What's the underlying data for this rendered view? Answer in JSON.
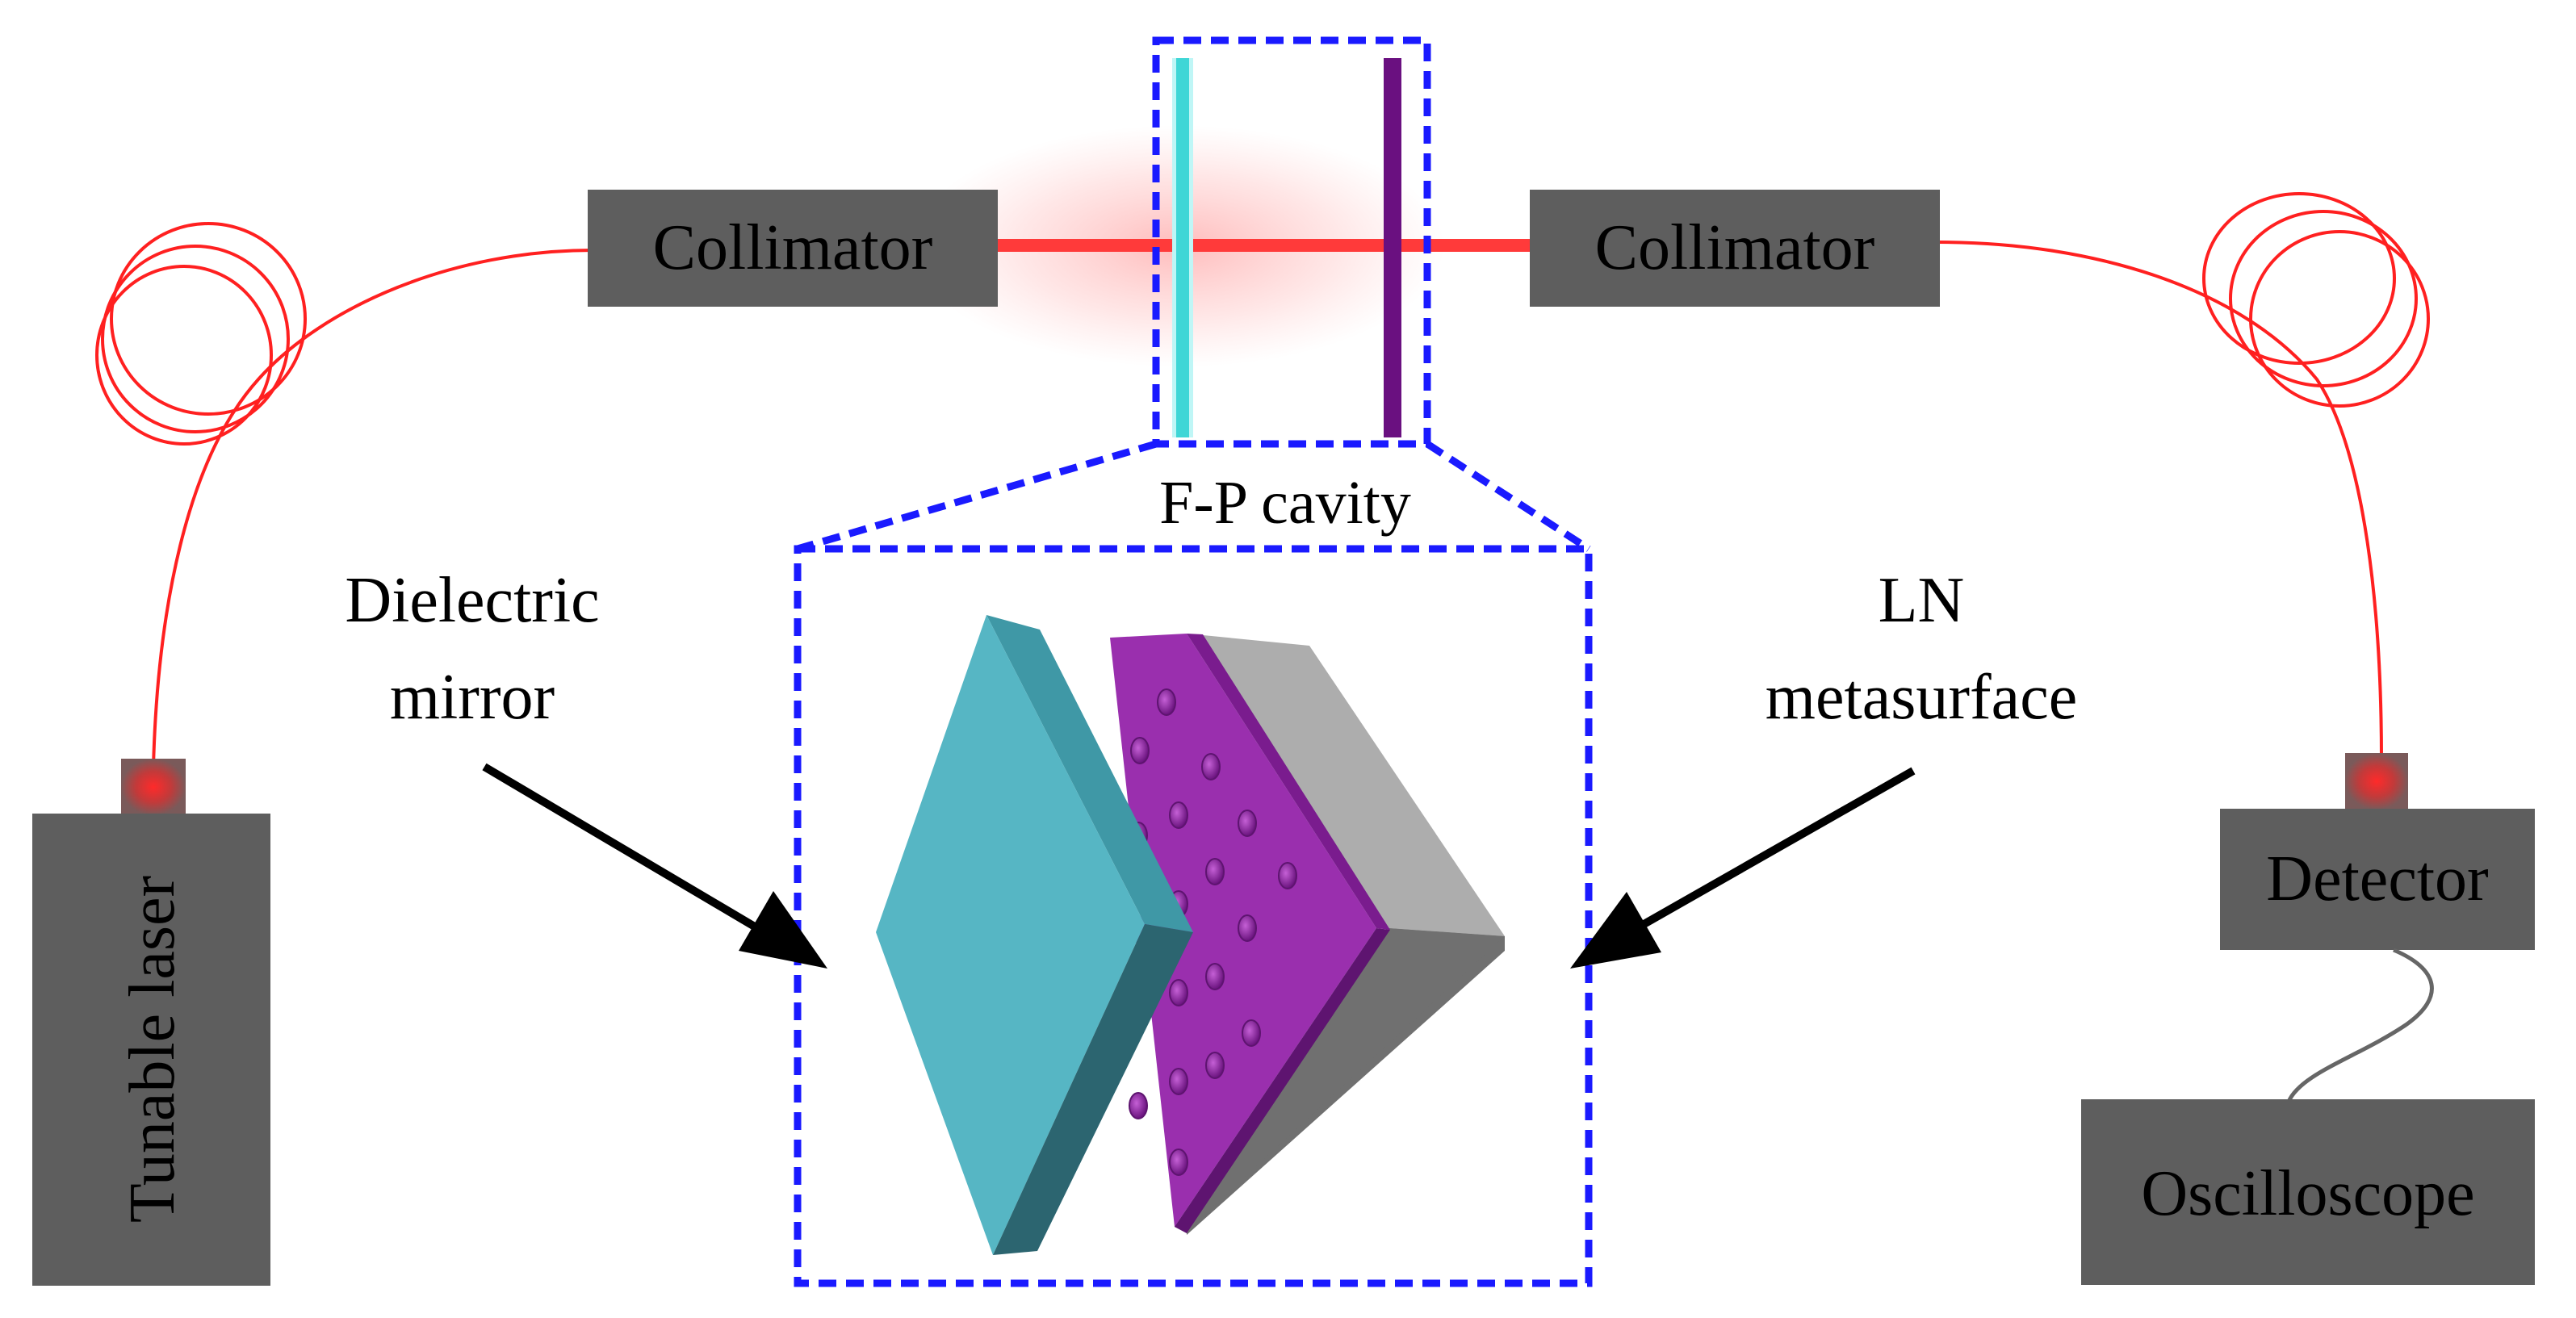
{
  "diagram": {
    "labels": {
      "collimator_left": "Collimator",
      "collimator_right": "Collimator",
      "fp_cavity": "F-P cavity",
      "dielectric_mirror_line1": "Dielectric",
      "dielectric_mirror_line2": "mirror",
      "ln_metasurface_line1": "LN",
      "ln_metasurface_line2": "metasurface",
      "tunable_laser": "Tunable laser",
      "detector": "Detector",
      "oscilloscope": "Oscilloscope"
    },
    "colors": {
      "box_fill": "#5e5e5e",
      "box_text": "#000000",
      "fiber": "#ff2020",
      "beam": "#ff3a3a",
      "dashed_outline": "#1a1aff",
      "mirror_thin": "#3fd6d6",
      "metasurface_thin": "#6a1080",
      "mirror_face": "#56b6c4",
      "mirror_side": "#3f98a6",
      "mirror_edge": "#2c6570",
      "meta_face": "#9a2fae",
      "meta_edge": "#5e1470",
      "substrate_top": "#adadad",
      "substrate_front": "#707070",
      "arrow": "#000000",
      "cable": "#666666"
    }
  }
}
